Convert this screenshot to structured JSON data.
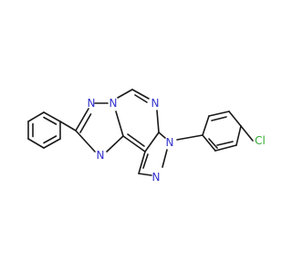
{
  "colors": {
    "background": "#ffffff",
    "bond": "#1a1a1a",
    "nitrogen": "#3333cc",
    "chlorine": "#33aa33"
  },
  "atom_labels": {
    "triazole_n_top": "N",
    "triazole_n_bridge": "N",
    "triazole_n_bottom": "N",
    "pyrimidine_n": "N",
    "pyrazole_n1": "N",
    "pyrazole_n2": "N",
    "chlorine": "Cl"
  }
}
